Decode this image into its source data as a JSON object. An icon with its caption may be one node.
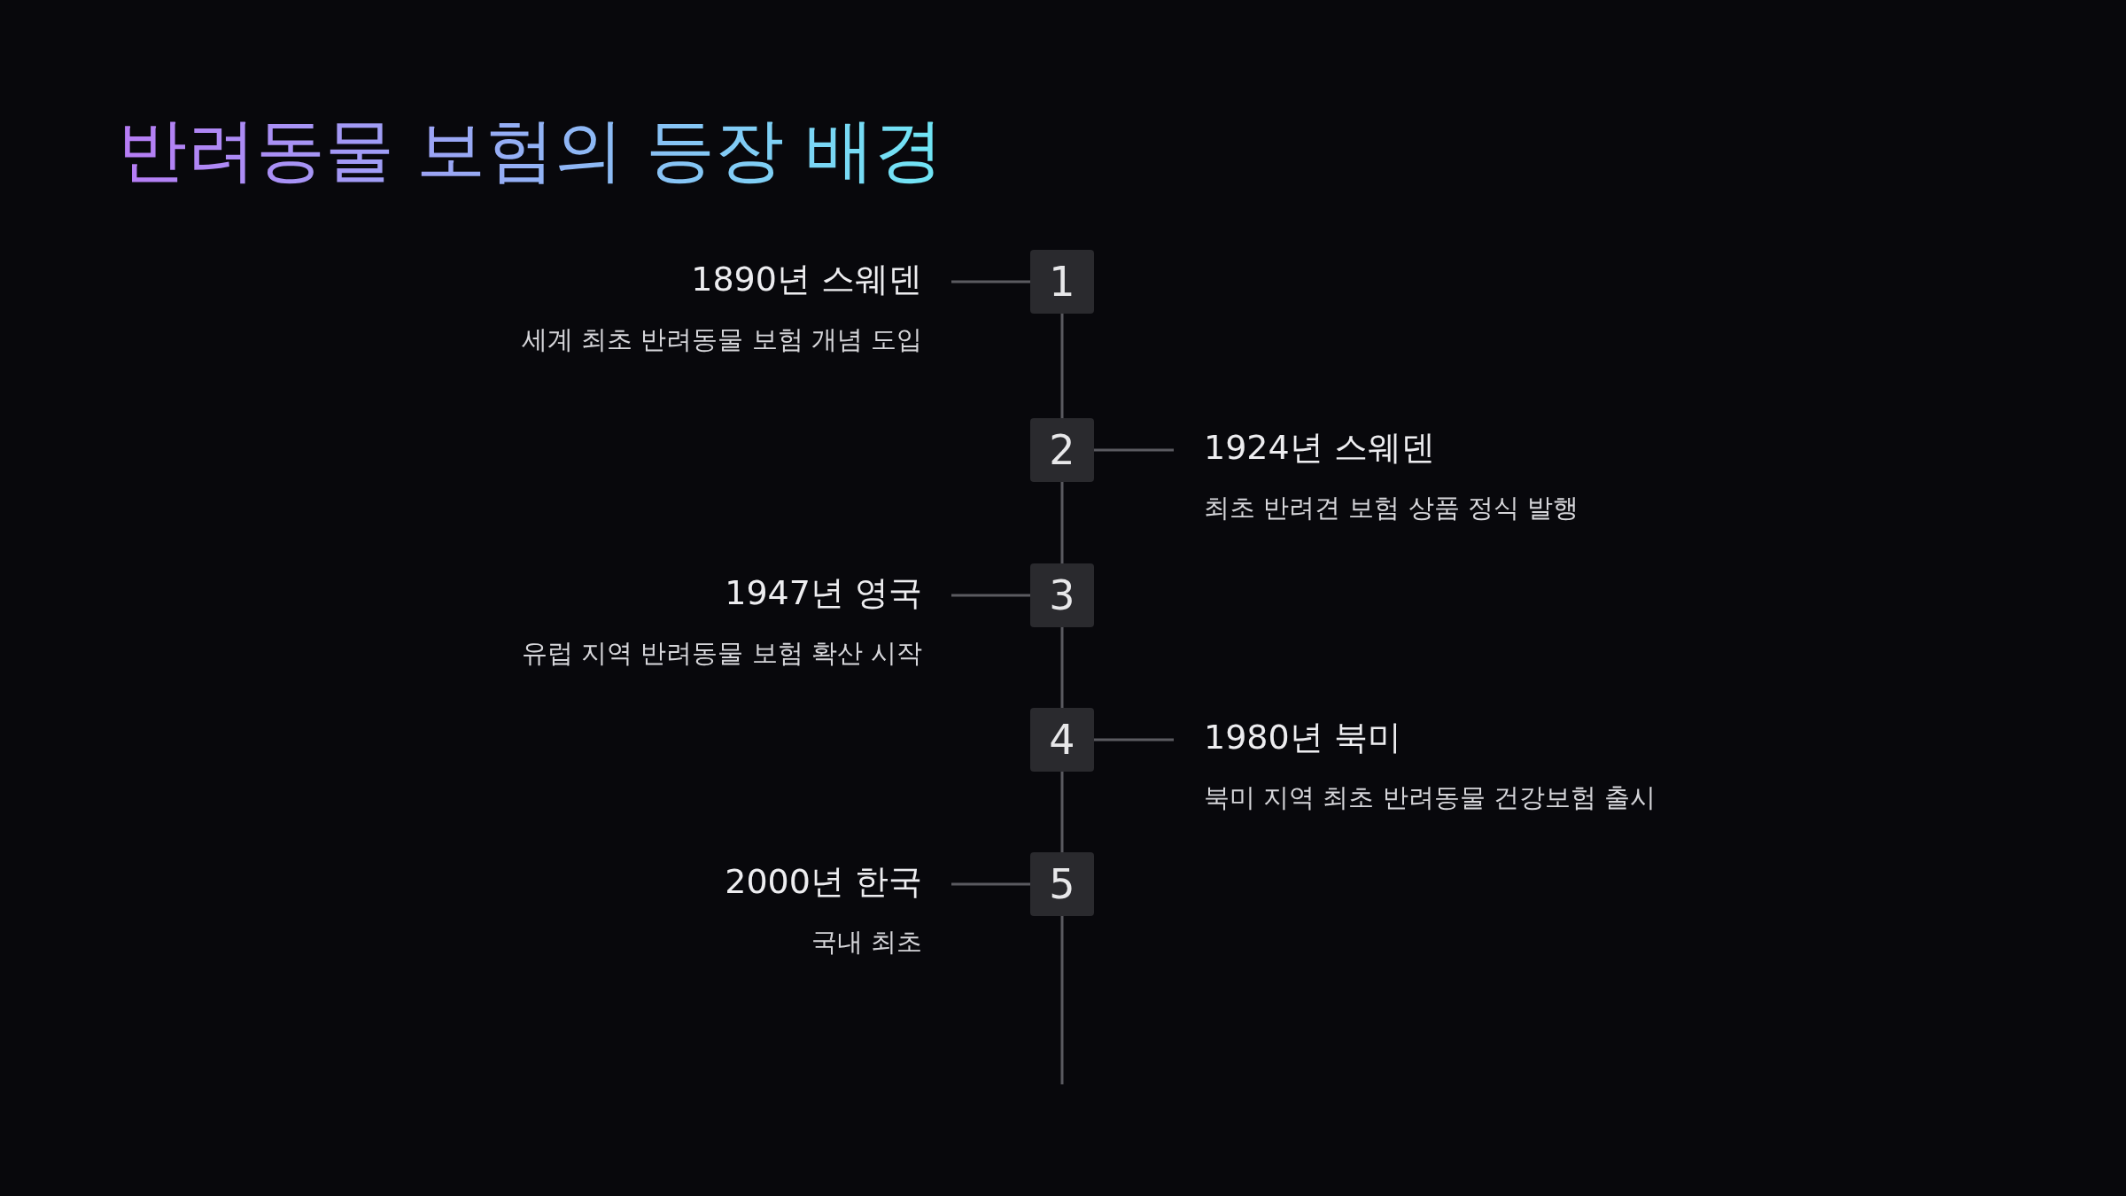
{
  "diagram": {
    "title": "반려동물 보험의 등장 배경",
    "nodes": [
      {
        "text": [
          "1890년 스웨덴",
          "세계 최초 반려동물 보험 개념 도입"
        ]
      },
      {
        "text": [
          "1"
        ]
      },
      {
        "text": [
          "2"
        ]
      },
      {
        "text": [
          "1924년 스웨덴",
          "최초 반려견 보험 상품 정식 발행"
        ]
      },
      {
        "text": [
          "1947년 영국",
          "유럽 지역 반려동물 보험 확산 시작"
        ]
      },
      {
        "text": [
          "3"
        ]
      },
      {
        "text": [
          "4"
        ]
      },
      {
        "text": [
          "1980년 북미",
          "북미 지역 최초 반려동물 건강보험 출시"
        ]
      },
      {
        "text": [
          "2000년 한국",
          "국내 최초"
        ]
      },
      {
        "text": [
          "5"
        ]
      }
    ],
    "edges": [
      {
        "from": 0,
        "to": 1,
        "arrow": "none"
      },
      {
        "from": 1,
        "to": 2,
        "arrow": "none"
      },
      {
        "from": 2,
        "to": 3,
        "arrow": "none"
      },
      {
        "from": 2,
        "to": 5,
        "arrow": "none"
      },
      {
        "from": 4,
        "to": 5,
        "arrow": "none"
      },
      {
        "from": 5,
        "to": 6,
        "arrow": "none"
      },
      {
        "from": 6,
        "to": 7,
        "arrow": "none"
      },
      {
        "from": 6,
        "to": 9,
        "arrow": "none"
      },
      {
        "from": 8,
        "to": 9,
        "arrow": "none"
      },
      {
        "from": 9,
        "to": null,
        "arrow": "none"
      }
    ]
  }
}
